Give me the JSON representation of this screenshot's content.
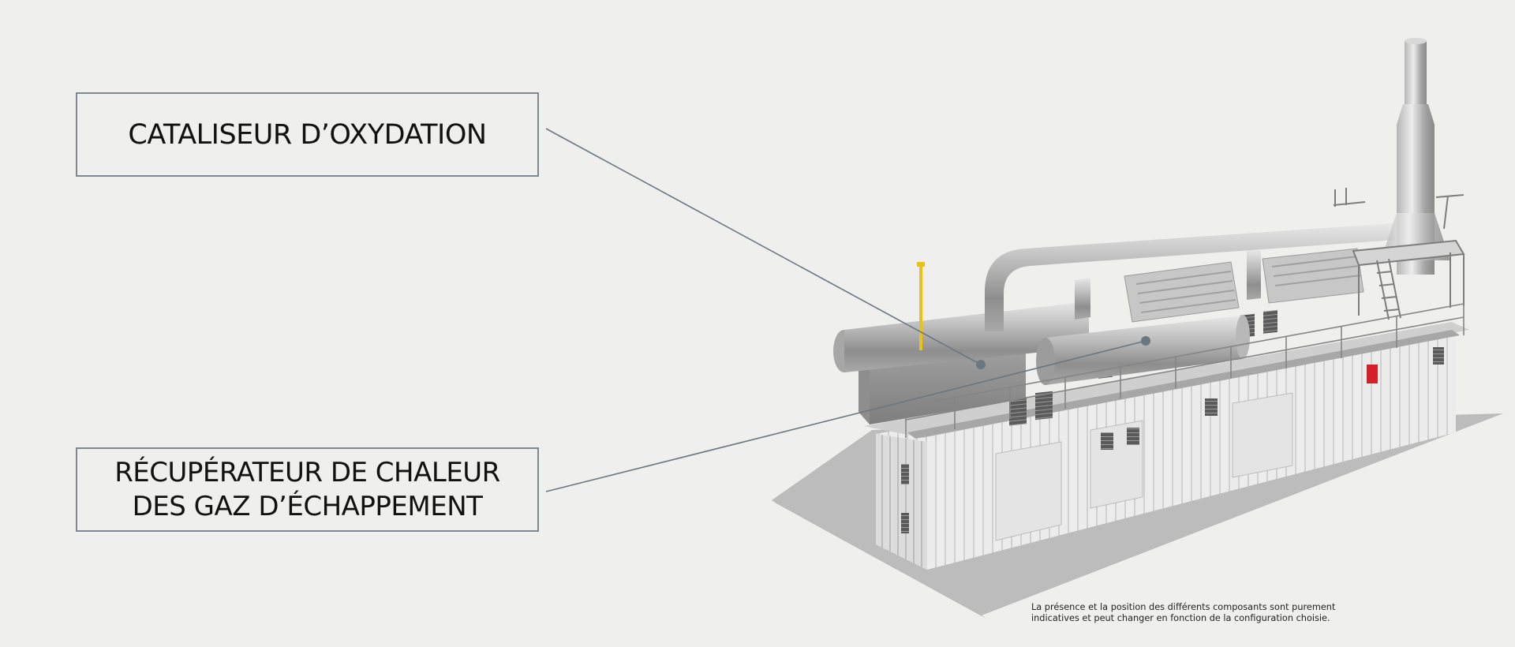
{
  "callouts": {
    "catalyst": {
      "label": "CATALISEUR D’OXYDATION"
    },
    "recuperator": {
      "line1": "RÉCUPÉRATEUR DE CHALEUR",
      "line2": "DES GAZ D’ÉCHAPPEMENT"
    }
  },
  "footnote": {
    "line1": "La présence et la position des différents composants sont purement",
    "line2": "indicatives et peut changer en fonction de la configuration choisie."
  },
  "colors": {
    "background": "#efefee",
    "box_border": "#7f8890",
    "leader_line": "#6b7780",
    "logo_red": "#d42028",
    "marker_yellow": "#e8c21a"
  }
}
